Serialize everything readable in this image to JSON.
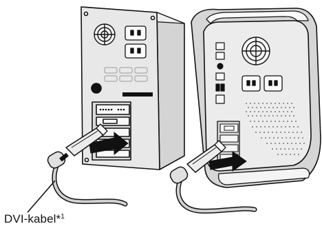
{
  "caption": {
    "text": "DVI-kabel*",
    "footnote_mark": "1"
  },
  "colors": {
    "line": "#111111",
    "panel": "#e6e6e6",
    "panel_light": "#f1f1f1",
    "shadow": "#bdbdbd",
    "cable": "#cfcfcf",
    "arrow": "#111111"
  },
  "figure": {
    "objects": [
      "desktop-tower-computer",
      "power-mac-g4-computer",
      "dvi-cable",
      "dvi-cable"
    ],
    "arrows": 2
  }
}
